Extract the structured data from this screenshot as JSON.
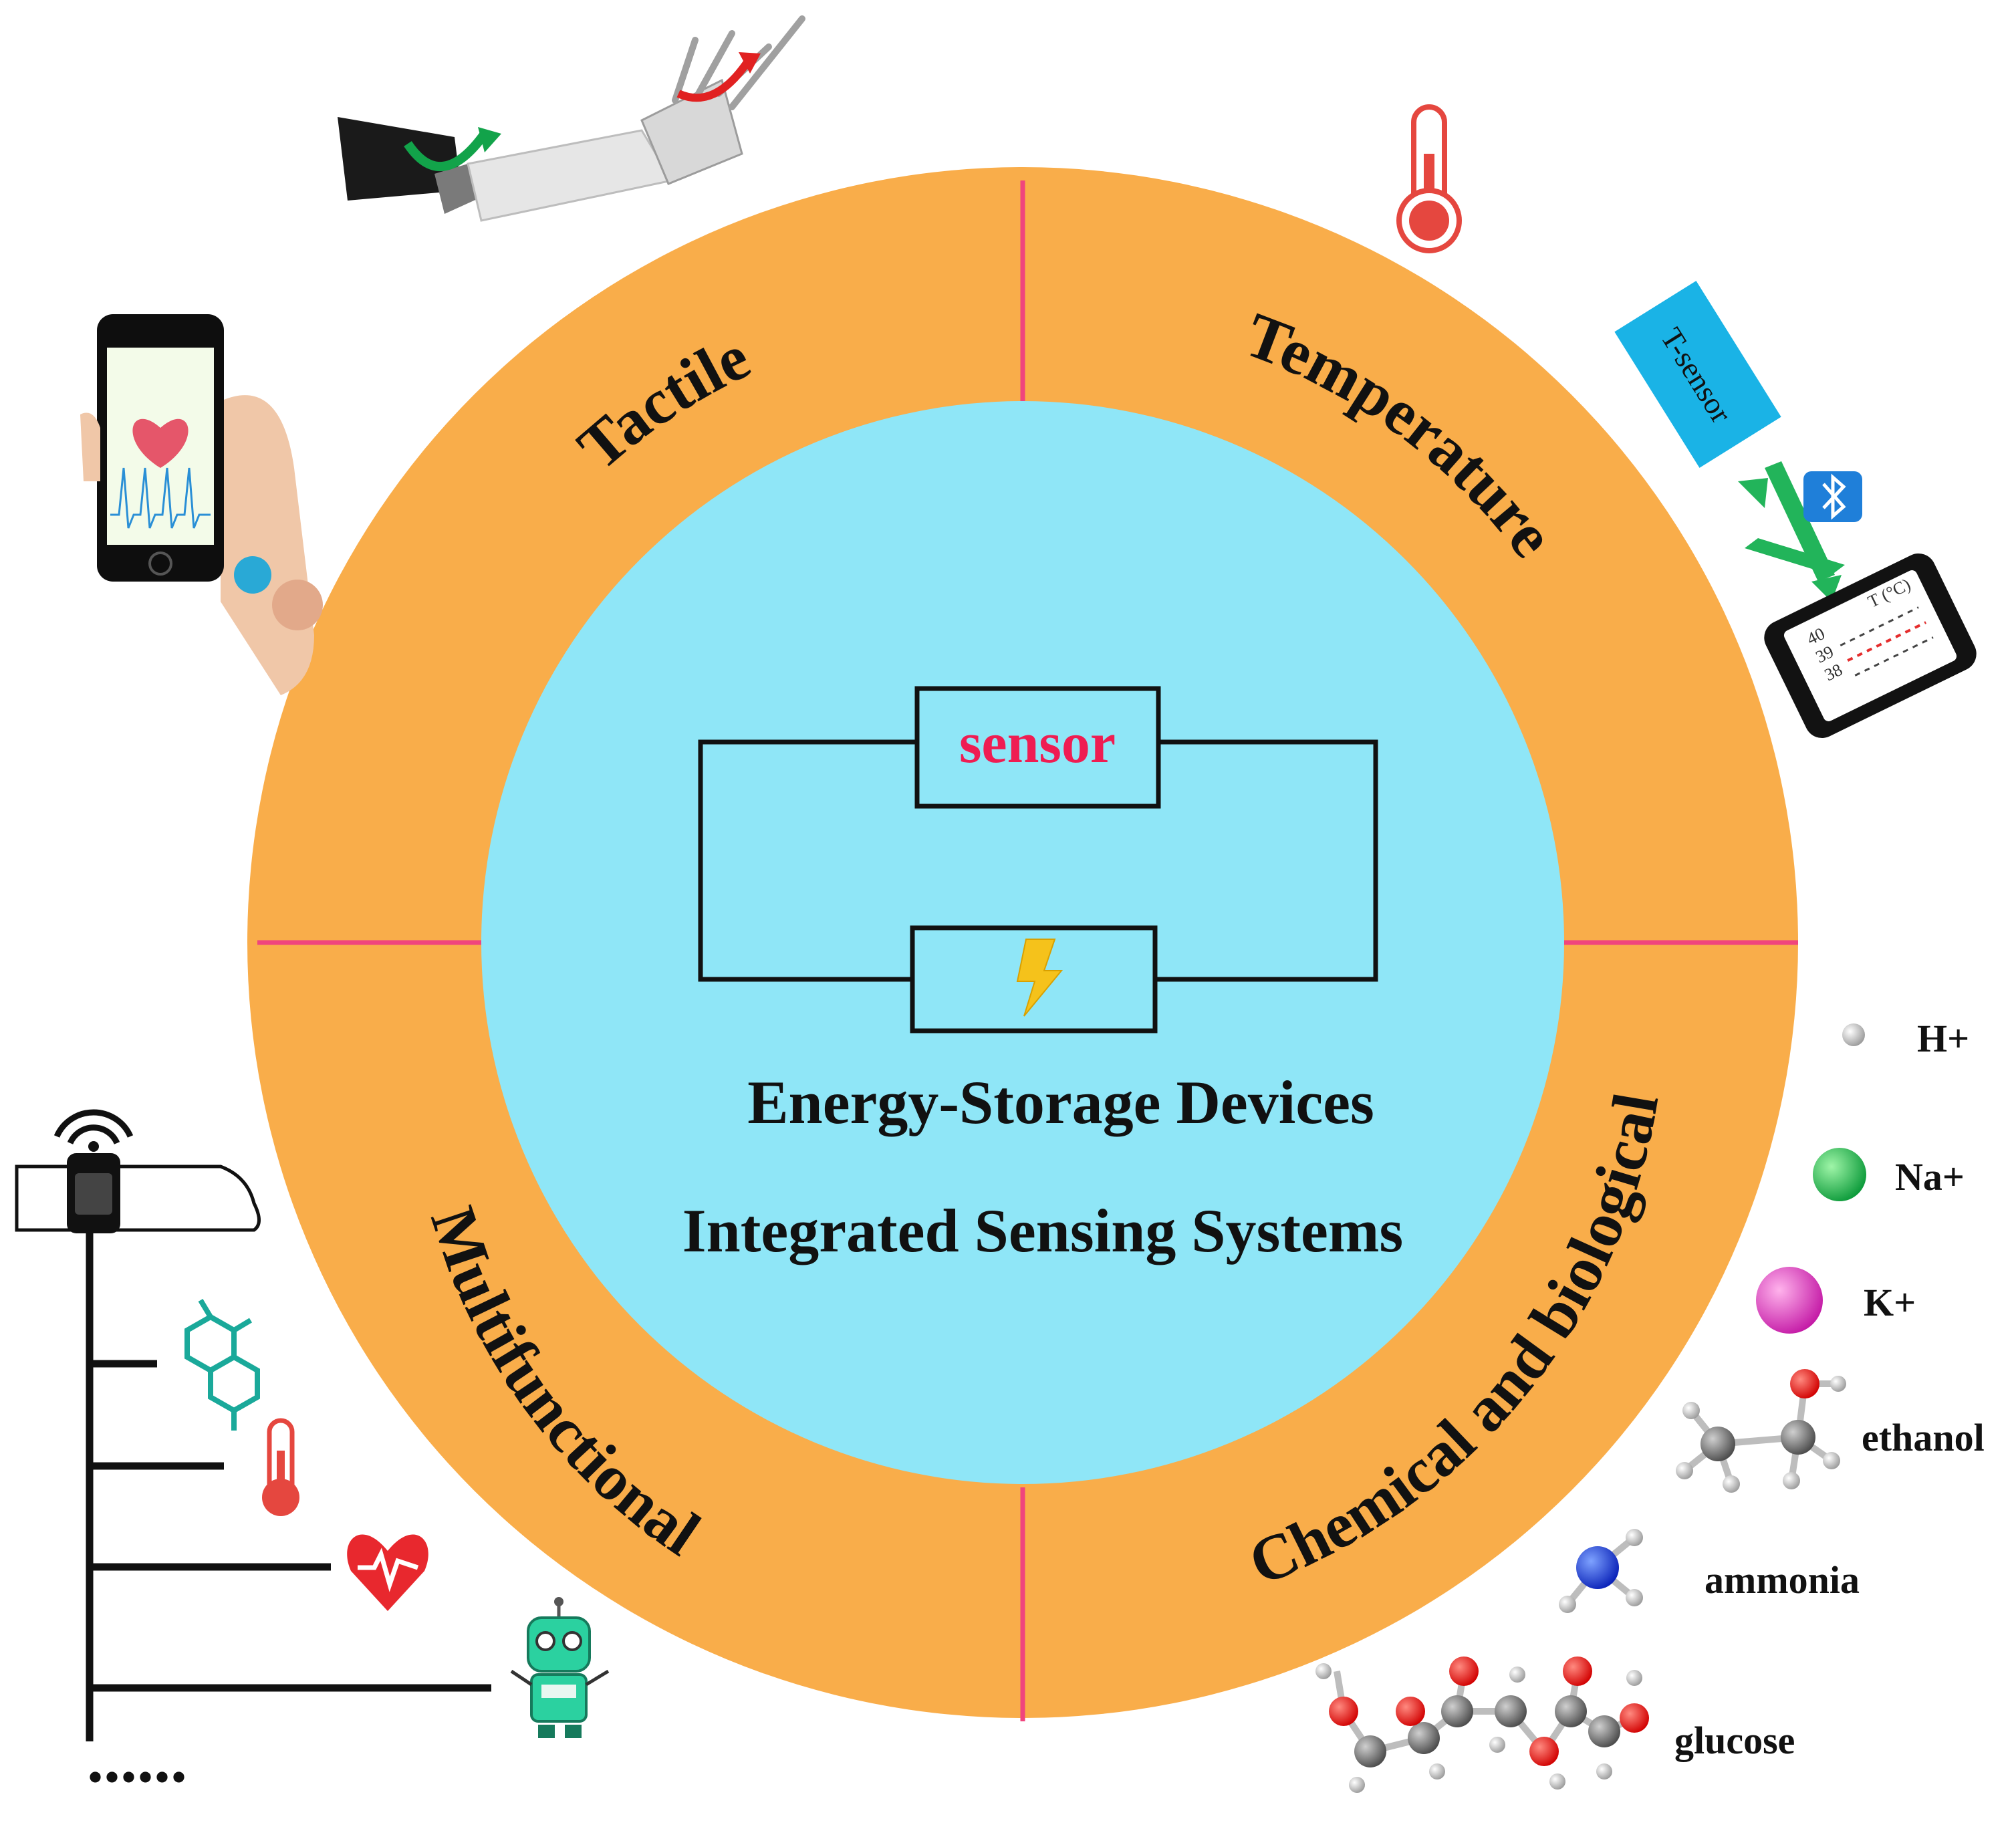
{
  "center": {
    "sensor_label": "sensor",
    "title_line1": "Energy-Storage Devices",
    "title_line2": "Integrated Sensing Systems"
  },
  "ring": {
    "tactile": "Tactile",
    "temperature": "Temperature",
    "multifunctional": "Multifunctional",
    "chemical": "Chemical and biological"
  },
  "temperature_panel": {
    "sensor_tag": "T-sensor",
    "phone_header": "T (°C)",
    "phone_values": [
      "40",
      "39",
      "38"
    ]
  },
  "chemical_panel": {
    "items": [
      "H+",
      "Na+",
      "K+",
      "ethanol",
      "ammonia",
      "glucose"
    ]
  },
  "multifunctional_panel": {
    "ellipsis": "......"
  },
  "colors": {
    "ring": "#f9ad4a",
    "inner": "#8fe6f7",
    "divider": "#f0457d",
    "sensor_text": "#ef1d52",
    "text": "#111111",
    "bolt": "#f5c21b"
  },
  "icons": [
    "robot-hand-icon",
    "smartphone-heart-icon",
    "thermometer-icon",
    "bluetooth-icon",
    "smartwatch-icon",
    "molecule-icon",
    "heart-pulse-icon",
    "robot-icon",
    "lightning-icon"
  ]
}
